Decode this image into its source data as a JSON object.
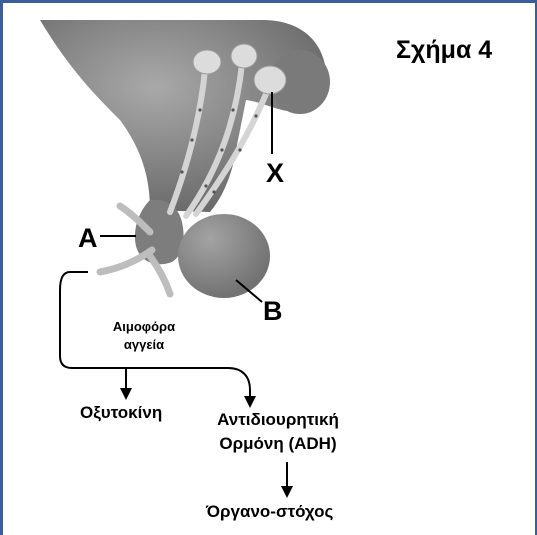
{
  "figure": {
    "title": "Σχήμα 4",
    "labels": {
      "x": "X",
      "a": "A",
      "b": "B",
      "vessels_line1": "Αιμοφόρα",
      "vessels_line2": "αγγεία"
    },
    "outputs": {
      "oxytocin": "Οξυτοκίνη",
      "adh_line1": "Αντιδιουρητική",
      "adh_line2": "Ορμόνη (ADH)",
      "target": "Όργανο-στόχος"
    }
  },
  "colors": {
    "frame": "#3b5e9a",
    "tissue": "#8c8c8c",
    "tissue_dark": "#6e6e6e",
    "neuron": "#c9c9c9",
    "ink": "#000000"
  }
}
